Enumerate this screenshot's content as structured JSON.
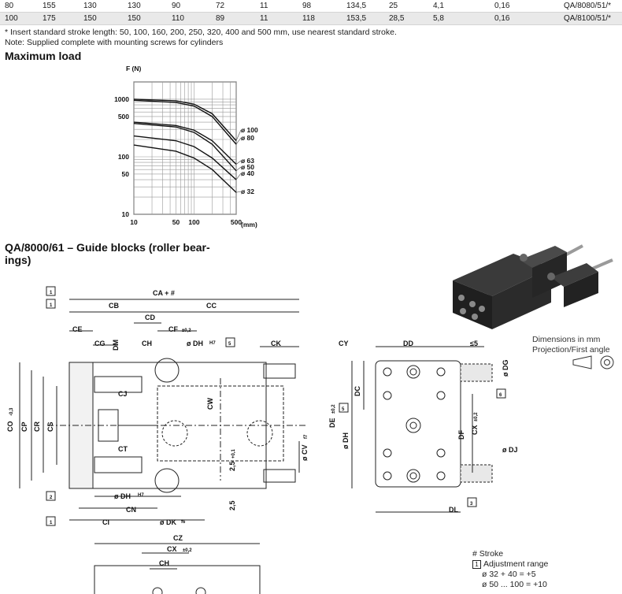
{
  "spec_table": {
    "rows": [
      [
        "80",
        "155",
        "130",
        "130",
        "90",
        "72",
        "11",
        "98",
        "134,5",
        "25",
        "4,1",
        "0,16",
        "QA/8080/51/*"
      ],
      [
        "100",
        "175",
        "150",
        "150",
        "110",
        "89",
        "11",
        "118",
        "153,5",
        "28,5",
        "5,8",
        "0,16",
        "QA/8100/51/*"
      ]
    ]
  },
  "notes": {
    "line1": "* Insert standard stroke length: 50, 100, 160, 200, 250, 320, 400 and 500 mm, use nearest standard stroke.",
    "line2": "Note: Supplied complete with mounting screws for cylinders"
  },
  "max_load": {
    "heading": "Maximum load",
    "y_axis_label": "F (N)",
    "x_axis_label": "(mm)",
    "y_ticks": [
      "1000",
      "500",
      "100",
      "50",
      "10"
    ],
    "x_ticks": [
      "10",
      "50",
      "100",
      "500"
    ],
    "curve_labels": [
      "ø 100",
      "ø 80",
      "ø 63",
      "ø 50",
      "ø 40",
      "ø 32"
    ]
  },
  "chart_data": {
    "type": "line",
    "title": "",
    "xlabel": "(mm)",
    "ylabel": "F (N)",
    "xscale": "log",
    "yscale": "log",
    "xlim": [
      10,
      500
    ],
    "ylim": [
      10,
      2000
    ],
    "x": [
      10,
      50,
      100,
      200,
      500
    ],
    "series": [
      {
        "name": "ø 100",
        "values": [
          1000,
          940,
          820,
          560,
          190
        ]
      },
      {
        "name": "ø 80",
        "values": [
          960,
          880,
          760,
          500,
          165
        ]
      },
      {
        "name": "ø 63",
        "values": [
          400,
          350,
          290,
          190,
          74
        ]
      },
      {
        "name": "ø 50",
        "values": [
          380,
          330,
          265,
          165,
          57
        ]
      },
      {
        "name": "ø 40",
        "values": [
          230,
          190,
          150,
          95,
          40
        ]
      },
      {
        "name": "ø 32",
        "values": [
          160,
          125,
          95,
          60,
          24
        ]
      }
    ],
    "grid": true
  },
  "guide_blocks": {
    "heading_line1": "QA/8000/61 – Guide blocks (roller bear-",
    "heading_line2": "ings)"
  },
  "drawing_labels": {
    "CA": "CA + #",
    "CB": "CB",
    "CC": "CC",
    "CD": "CD",
    "CE": "CE",
    "CF": "CF",
    "CF_tol": "±0,2",
    "CG": "CG",
    "CH": "CH",
    "DM": "DM",
    "DH": "ø DH",
    "DH_tol": "H7",
    "box5": "5",
    "CK": "CK",
    "CY": "CY",
    "CJ": "CJ",
    "CT": "CT",
    "CW": "CW",
    "CO": "CO",
    "CO_tol": "-0,3",
    "CP": "CP",
    "CR": "CR",
    "CS": "CS",
    "CV": "ø CV",
    "CV_tol": "f7",
    "CN": "CN",
    "CI": "CI",
    "DK": "ø DK",
    "DK_tol": "f6",
    "v25a": "2,5",
    "v25a_tol": "+0,1",
    "v25b": "2,5",
    "box1": "1",
    "box2": "2",
    "box3": "3",
    "box6": "6",
    "DD": "DD",
    "le5": "≤5",
    "DG": "ø DG",
    "DC": "DC",
    "DE": "DE",
    "DE_tol": "±0,2",
    "DF": "DF",
    "CX": "CX",
    "CX_tol": "±0,2",
    "DJ": "ø DJ",
    "DL": "DL",
    "CZ": "CZ",
    "CX2": "CX",
    "CH2": "CH"
  },
  "dimensions_note": {
    "line1": "Dimensions in mm",
    "line2": "Projection/First angle"
  },
  "legend": {
    "hash": "#",
    "stroke": "Stroke",
    "box": "1",
    "adjustment": "Adjustment range",
    "l1": "ø 32 + 40 = +5",
    "l2": "ø 50 ... 100 = +10"
  }
}
